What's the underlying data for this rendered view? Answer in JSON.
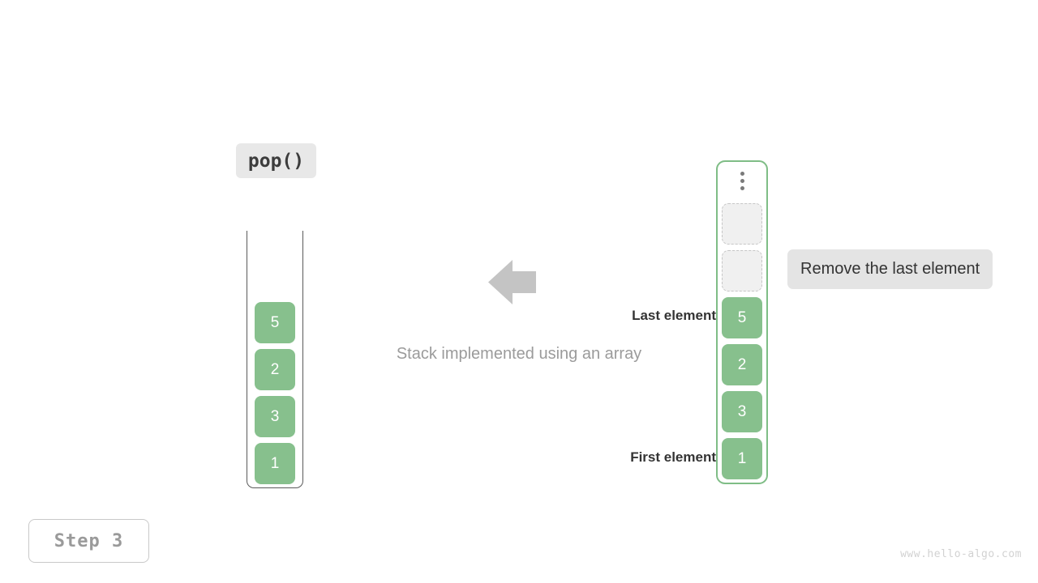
{
  "title": "Stack implemented using an array - pop() - Step 3",
  "colors": {
    "element_fill": "#87c08d",
    "element_text": "#ffffff",
    "array_border": "#7fbd86",
    "empty_slot_fill": "#f0f0f0",
    "empty_slot_border": "#c6c6c6",
    "label_chip_bg": "#e8e8e8",
    "tooltip_bg": "#e4e4e4",
    "arrow": "#c4c4c4",
    "caption_text": "#9b9b9b",
    "stack_border": "#5a5a5a",
    "watermark_text": "#d2d2d2"
  },
  "operation": {
    "label": "pop()"
  },
  "stack": {
    "name": "stack",
    "caption": "Stack implemented using an array",
    "values": [
      "1",
      "3",
      "2",
      "5"
    ]
  },
  "array": {
    "name": "array",
    "ellipsis_icon": "vertical-ellipsis-icon",
    "dot_count": 3,
    "empty_slots": 2,
    "values": [
      "1",
      "3",
      "2",
      "5"
    ],
    "annotations": {
      "last": "Last element",
      "first": "First element"
    }
  },
  "arrow": {
    "direction": "left",
    "icon": "arrow-left-icon"
  },
  "tooltip": {
    "text": "Remove the last element"
  },
  "step": {
    "label": "Step 3"
  },
  "watermark": {
    "text": "www.hello-algo.com"
  }
}
